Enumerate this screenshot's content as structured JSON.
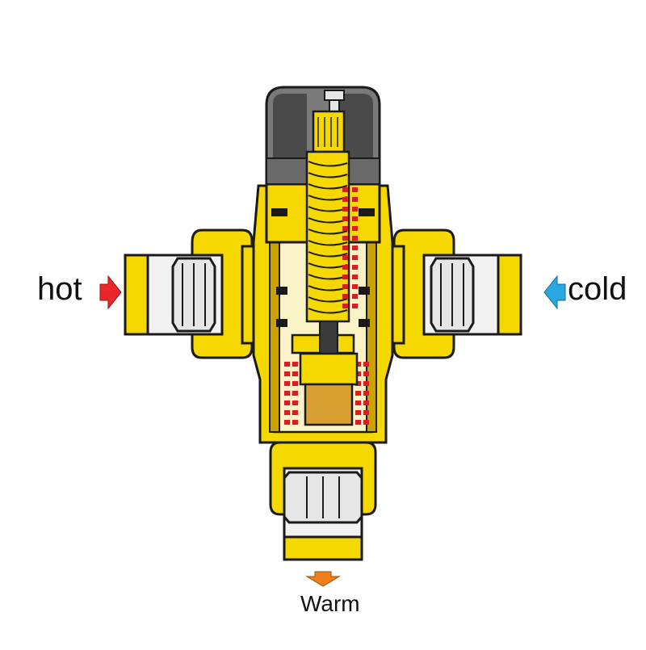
{
  "labels": {
    "hot": "hot",
    "cold": "cold",
    "warm": "Warm"
  },
  "icons": {
    "hot_arrow": "arrow-right-icon",
    "cold_arrow": "arrow-left-icon",
    "warm_arrow": "arrow-down-icon"
  },
  "colors": {
    "brass": "#f5d800",
    "brass_dark": "#c9a400",
    "outline": "#1a1a1a",
    "knob": "#7a7a7a",
    "knob_dark": "#4a4a4a",
    "pipe": "#f2f2f2",
    "spring": "#d42020",
    "hot": "#e8262b",
    "cold": "#2aa8e0",
    "warm": "#f07e1a",
    "piston": "#d8a030"
  }
}
